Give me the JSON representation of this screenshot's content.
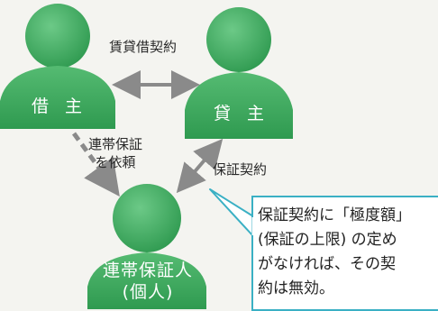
{
  "people": {
    "borrower": "借 主",
    "lender": "貸 主",
    "guarantor_line1": "連帯保証人",
    "guarantor_line2": "(個人)"
  },
  "relations": {
    "lease_contract": "賃貸借契約",
    "request_line1": "連帯保証",
    "request_line2": "を依頼",
    "guarantee_contract": "保証契約"
  },
  "callout": {
    "lines": [
      "保証契約に「極度額」",
      "(保証の上限) の定め",
      "がなければ、その契",
      "約は無効。"
    ]
  },
  "colors": {
    "figure": "#3faa5f",
    "arrow": "#8a8a8a",
    "callout_border": "#3ab0c4"
  }
}
